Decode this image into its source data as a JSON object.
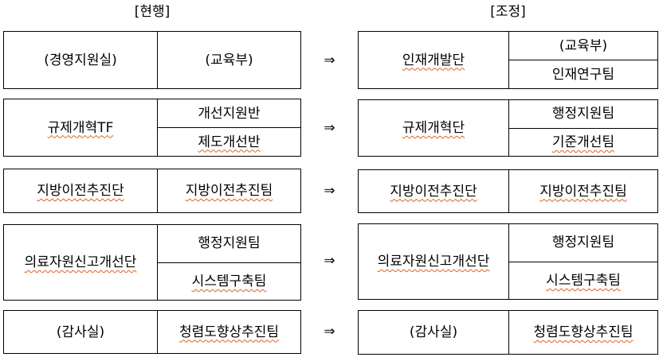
{
  "headers": {
    "current": "[현행]",
    "adjusted": "[조정]"
  },
  "arrow": "⇒",
  "rows": [
    {
      "current": {
        "unit": "(경영지원실)",
        "teams": [
          "(교육부)"
        ]
      },
      "adjusted": {
        "unit": "인재개발단",
        "teams": [
          "(교육부)",
          "인재연구팀"
        ]
      }
    },
    {
      "current": {
        "unit": "규제개혁TF",
        "teams": [
          "개선지원반",
          "제도개선반"
        ]
      },
      "adjusted": {
        "unit": "규제개혁단",
        "teams": [
          "행정지원팀",
          "기준개선팀"
        ]
      }
    },
    {
      "current": {
        "unit": "지방이전추진단",
        "teams": [
          "지방이전추진팀"
        ]
      },
      "adjusted": {
        "unit": "지방이전추진단",
        "teams": [
          "지방이전추진팀"
        ]
      }
    },
    {
      "current": {
        "unit": "의료자원신고개선단",
        "teams": [
          "행정지원팀",
          "시스템구축팀"
        ]
      },
      "adjusted": {
        "unit": "의료자원신고개선단",
        "teams": [
          "행정지원팀",
          "시스템구축팀"
        ]
      }
    },
    {
      "current": {
        "unit": "(감사실)",
        "teams": [
          "청렴도향상추진팀"
        ]
      },
      "adjusted": {
        "unit": "(감사실)",
        "teams": [
          "청렴도향상추진팀"
        ]
      }
    }
  ]
}
